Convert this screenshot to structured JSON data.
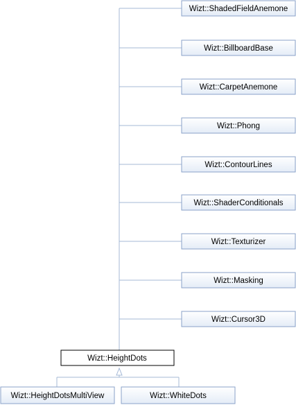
{
  "diagram": {
    "focus": "Wizt::HeightDots",
    "base_classes": [
      "Wizt::ShadedFieldAnemone",
      "Wizt::BillboardBase",
      "Wizt::CarpetAnemone",
      "Wizt::Phong",
      "Wizt::ContourLines",
      "Wizt::ShaderConditionals",
      "Wizt::Texturizer",
      "Wizt::Masking",
      "Wizt::Cursor3D"
    ],
    "derived_classes": [
      "Wizt::HeightDotsMultiView",
      "Wizt::WhiteDots"
    ],
    "colors": {
      "edge": "#a4b8d6",
      "node_border": "#8aa2c8",
      "node_fill_top": "#ffffff",
      "node_fill_bottom": "#e4ecf7",
      "focus_border": "#000000"
    }
  }
}
